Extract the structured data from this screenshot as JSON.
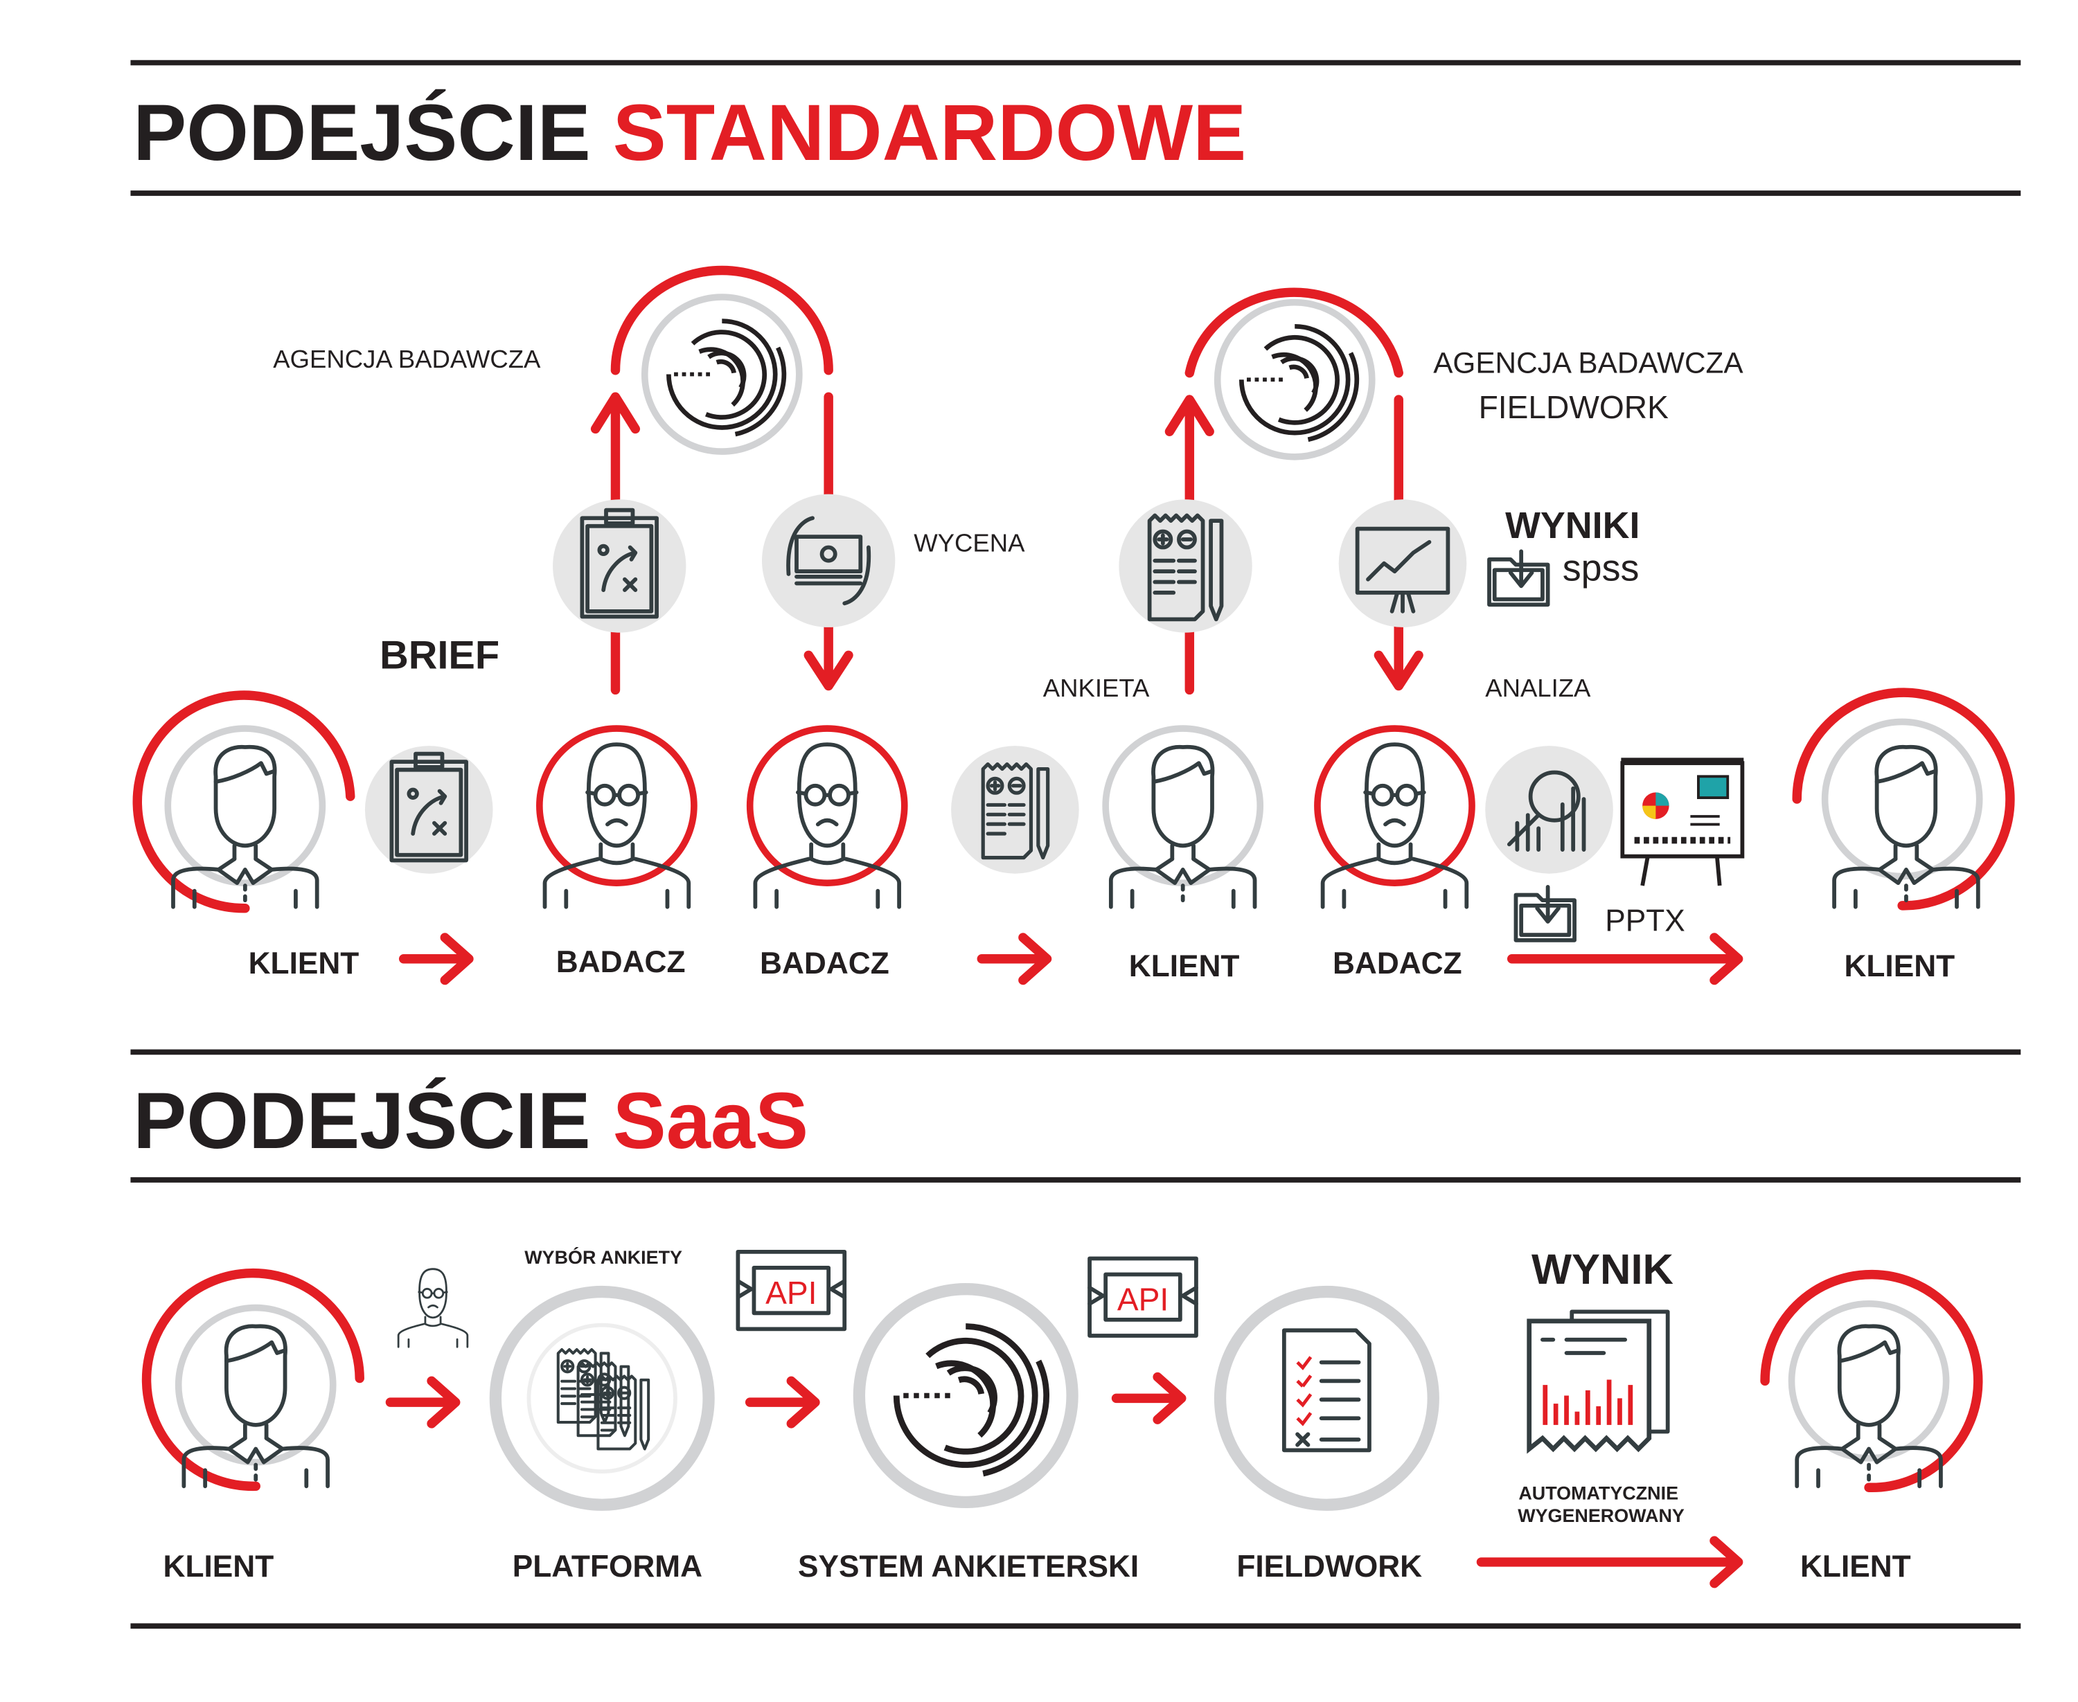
{
  "standard": {
    "title_prefix": "PODEJŚCIE",
    "title_accent": "STANDARDOWE",
    "agency_left": "AGENCJA BADAWCZA",
    "agency_right_1": "AGENCJA BADAWCZA",
    "agency_right_2": "FIELDWORK",
    "brief": "BRIEF",
    "wycena": "WYCENA",
    "ankieta": "ANKIETA",
    "analiza": "ANALIZA",
    "wyniki": "WYNIKI",
    "spss": "spss",
    "pptx": "PPTX",
    "actors": [
      "KLIENT",
      "BADACZ",
      "BADACZ",
      "KLIENT",
      "BADACZ",
      "KLIENT"
    ]
  },
  "saas": {
    "title_prefix": "PODEJŚCIE",
    "title_accent": "SaaS",
    "wybor_ankiety": "WYBÓR ANKIETY",
    "api_1": "API",
    "api_2": "API",
    "wynik": "WYNIK",
    "auto_1": "AUTOMATYCZNIE",
    "auto_2": "WYGENEROWANY",
    "actors": [
      "KLIENT",
      "PLATFORMA",
      "SYSTEM ANKIETERSKI",
      "FIELDWORK",
      "KLIENT"
    ]
  },
  "colors": {
    "accent": "#e31e24",
    "dark": "#231f20",
    "gray": "#d1d2d4"
  }
}
